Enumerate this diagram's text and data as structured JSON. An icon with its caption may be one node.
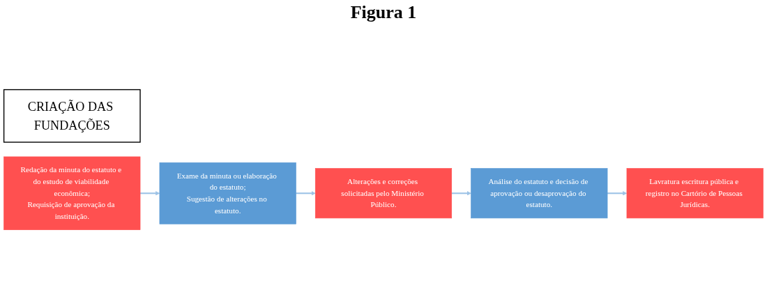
{
  "diagram": {
    "title": "Figura 1",
    "nodes": [
      {
        "text": [
          "CRIAÇÃO DAS FUNDAÇÕES"
        ]
      },
      {
        "text": [
          "Redação da minuta do estatuto e do estudo de viabilidade econômica;",
          "Requisição de aprovação da instituição."
        ]
      },
      {
        "text": [
          "Exame da minuta ou elaboração do estatuto;",
          "Sugestão de alterações no estatuto."
        ]
      },
      {
        "text": [
          "Alterações e correções solicitadas pelo Ministério Público."
        ]
      },
      {
        "text": [
          "Análise do estatuto e decisão de aprovação ou desaprovação do estatuto."
        ]
      },
      {
        "text": [
          "Lavratura escritura pública e registro no Cartório de Pessoas Jurídicas."
        ]
      }
    ],
    "edges": [
      {
        "from": 1,
        "to": 2,
        "arrow": "to",
        "color": "#9dc3e6"
      },
      {
        "from": 2,
        "to": 3,
        "arrow": "to",
        "color": "#9dc3e6"
      },
      {
        "from": 3,
        "to": 4,
        "arrow": "to",
        "color": "#9dc3e6"
      },
      {
        "from": 4,
        "to": 5,
        "arrow": "to",
        "color": "#9dc3e6"
      }
    ]
  }
}
